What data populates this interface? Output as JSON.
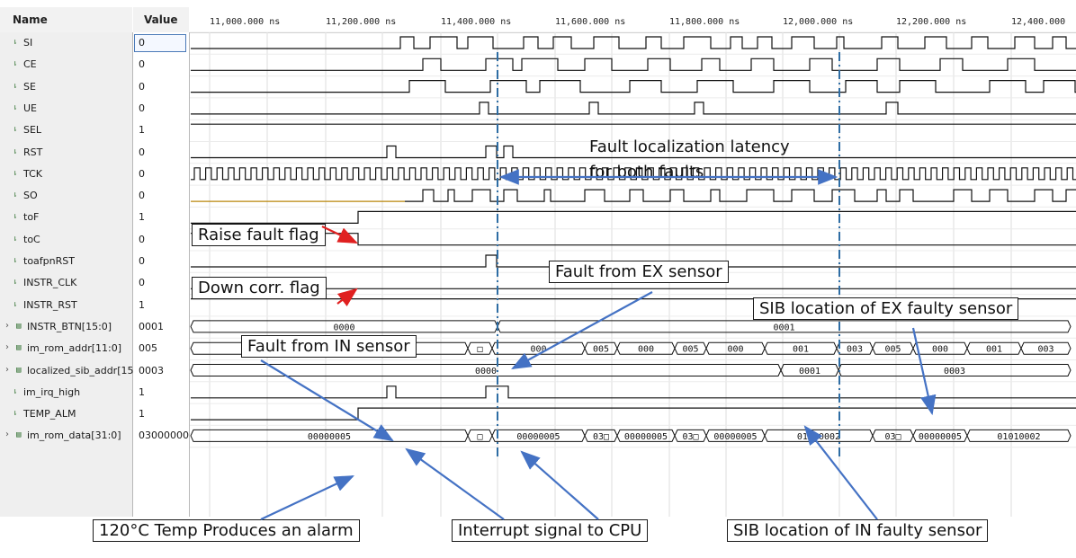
{
  "header": {
    "name": "Name",
    "value": "Value"
  },
  "time_ticks": [
    "11,000.000 ns",
    "11,200.000 ns",
    "11,400.000 ns",
    "11,600.000 ns",
    "11,800.000 ns",
    "12,000.000 ns",
    "12,200.000 ns",
    "12,400.000"
  ],
  "signals": [
    {
      "name": "SI",
      "value": "0",
      "type": "bit"
    },
    {
      "name": "CE",
      "value": "0",
      "type": "bit"
    },
    {
      "name": "SE",
      "value": "0",
      "type": "bit"
    },
    {
      "name": "UE",
      "value": "0",
      "type": "bit"
    },
    {
      "name": "SEL",
      "value": "1",
      "type": "bit"
    },
    {
      "name": "RST",
      "value": "0",
      "type": "bit"
    },
    {
      "name": "TCK",
      "value": "0",
      "type": "bit"
    },
    {
      "name": "SO",
      "value": "0",
      "type": "bit"
    },
    {
      "name": "toF",
      "value": "1",
      "type": "bit"
    },
    {
      "name": "toC",
      "value": "0",
      "type": "bit"
    },
    {
      "name": "toafpnRST",
      "value": "0",
      "type": "bit"
    },
    {
      "name": "INSTR_CLK",
      "value": "0",
      "type": "bit"
    },
    {
      "name": "INSTR_RST",
      "value": "1",
      "type": "bit"
    },
    {
      "name": "INSTR_BTN[15:0]",
      "value": "0001",
      "type": "bus"
    },
    {
      "name": "im_rom_addr[11:0]",
      "value": "005",
      "type": "bus"
    },
    {
      "name": "localized_sib_addr[15",
      "value": "0003",
      "type": "bus"
    },
    {
      "name": "im_irq_high",
      "value": "1",
      "type": "bit"
    },
    {
      "name": "TEMP_ALM",
      "value": "1",
      "type": "bit"
    },
    {
      "name": "im_rom_data[31:0]",
      "value": "03000000",
      "type": "bus"
    }
  ],
  "bus_segments": [
    {
      "row": 13,
      "segs": [
        [
          "0000",
          212,
          553
        ],
        [
          "0001",
          553,
          1190
        ]
      ]
    },
    {
      "row": 14,
      "segs": [
        [
          "000",
          212,
          520
        ],
        [
          "□",
          520,
          547
        ],
        [
          "000",
          547,
          650
        ],
        [
          "005",
          650,
          686
        ],
        [
          "000",
          686,
          750
        ],
        [
          "005",
          750,
          785
        ],
        [
          "000",
          785,
          850
        ],
        [
          "001",
          850,
          930
        ],
        [
          "003",
          930,
          970
        ],
        [
          "005",
          970,
          1015
        ],
        [
          "000",
          1015,
          1075
        ],
        [
          "001",
          1075,
          1135
        ],
        [
          "003",
          1135,
          1190
        ]
      ]
    },
    {
      "row": 15,
      "segs": [
        [
          "0000",
          212,
          868
        ],
        [
          "0001",
          868,
          932
        ],
        [
          "0003",
          932,
          1190
        ]
      ]
    },
    {
      "row": 18,
      "segs": [
        [
          "00000005",
          212,
          520
        ],
        [
          "□",
          520,
          547
        ],
        [
          "00000005",
          547,
          650
        ],
        [
          "03□",
          650,
          686
        ],
        [
          "00000005",
          686,
          750
        ],
        [
          "03□",
          750,
          785
        ],
        [
          "00000005",
          785,
          850
        ],
        [
          "01010002",
          850,
          970
        ],
        [
          "03□",
          970,
          1015
        ],
        [
          "00000005",
          1015,
          1075
        ],
        [
          "01010002",
          1075,
          1190
        ]
      ]
    }
  ],
  "annotations": {
    "latency": "Fault localization latency\nfor both faults",
    "raise_fault_flag": "Raise fault flag",
    "down_corr_flag": "Down corr. flag",
    "fault_ex": "Fault from EX sensor",
    "fault_in": "Fault from IN sensor",
    "sib_ex": "SIB location of EX faulty sensor",
    "temp_alarm": "120°C Temp Produces an alarm",
    "interrupt": "Interrupt signal to CPU",
    "sib_in": "SIB location of IN faulty sensor"
  },
  "colors": {
    "wave": "#111111",
    "marker": "#2e6da4",
    "arrow": "#4472c4",
    "red_arrow": "#e02020",
    "icon": "#2d6e2d"
  }
}
